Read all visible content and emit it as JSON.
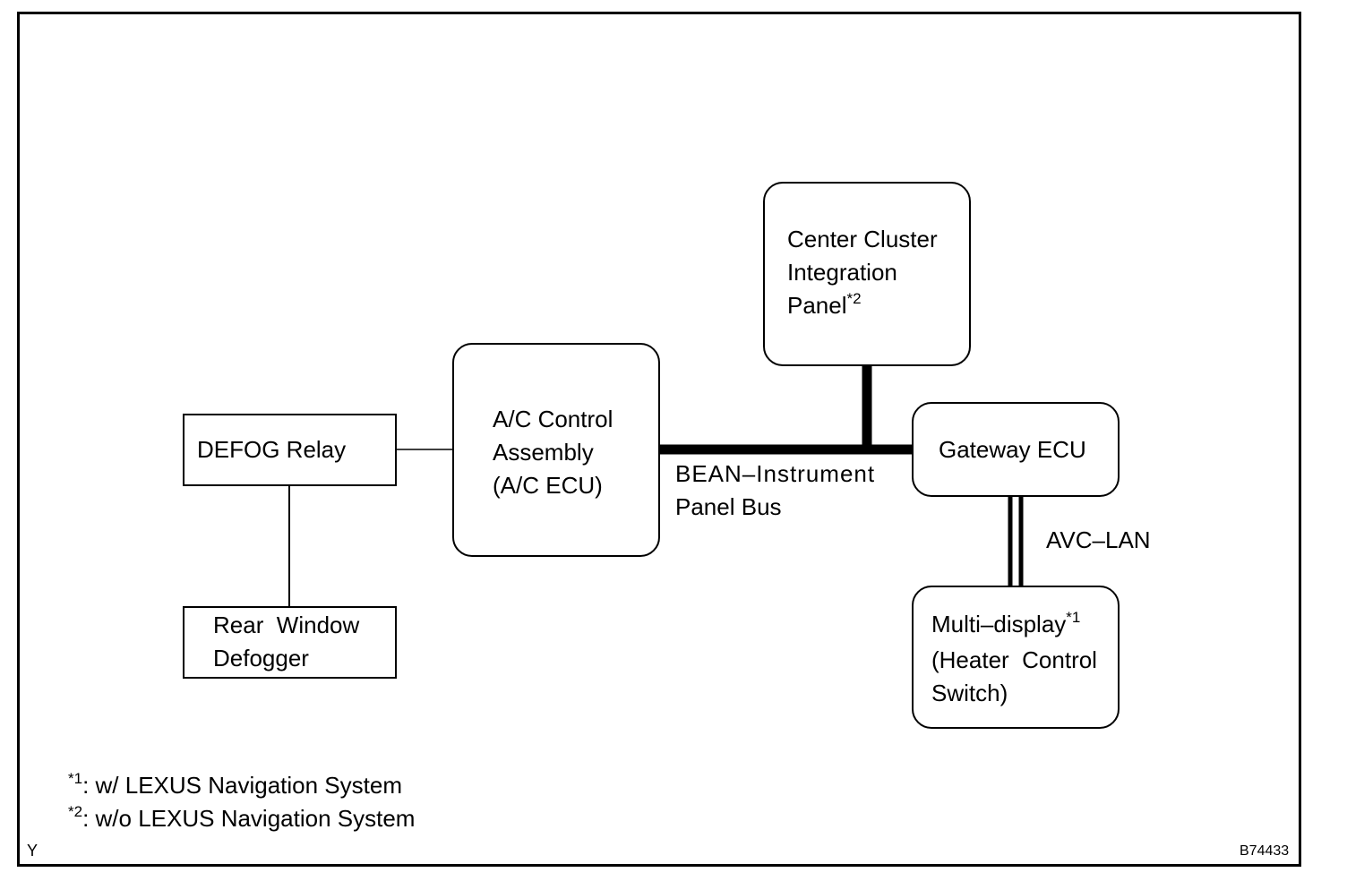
{
  "components": {
    "defog_relay": {
      "line1": "DEFOG Relay"
    },
    "rear_window_defogger": {
      "line1": "Rear  Window",
      "line2": "Defogger"
    },
    "ac_control": {
      "line1": "A/C Control",
      "line2": "Assembly",
      "line3": "(A/C ECU)"
    },
    "center_cluster": {
      "line1": "Center Cluster",
      "line2": "Integration",
      "line3": "Panel",
      "mark": "*2"
    },
    "gateway_ecu": {
      "line1": "Gateway ECU"
    },
    "multi_display": {
      "line1": "Multi–display",
      "mark": "*1",
      "line2": "(Heater  Control",
      "line3": "Switch)"
    }
  },
  "buses": {
    "bean": {
      "line1": "BEAN–Instrument",
      "line2": "Panel Bus"
    },
    "avc": {
      "line1": "AVC–LAN"
    }
  },
  "notes": [
    {
      "mark": "*1",
      "text": ": w/ LEXUS Navigation System"
    },
    {
      "mark": "*2",
      "text": ": w/o LEXUS Navigation System"
    }
  ],
  "corner_left": "Y",
  "figure_id": "B74433"
}
